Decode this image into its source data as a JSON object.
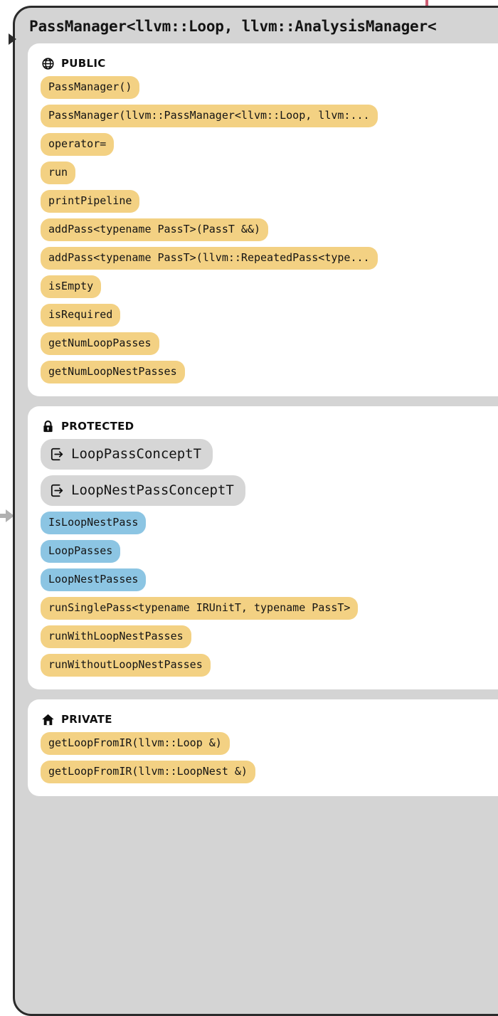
{
  "diagram": {
    "kind": "uml-class-node",
    "colors": {
      "node_fill": "#d4d4d4",
      "node_border": "#2b2b2b",
      "card_fill": "#ffffff",
      "method_pill": "#f3d183",
      "field_pill": "#8cc5e3",
      "nested_pill": "#d6d6d6",
      "incoming_edge": "#cd5c72",
      "side_arrow": "#b0b0b0"
    },
    "title": "PassManager<llvm::Loop, llvm::AnalysisManager<",
    "sections": [
      {
        "id": "public",
        "label": "PUBLIC",
        "icon": "globe-icon",
        "members": [
          {
            "name": "PassManager()",
            "kind": "method"
          },
          {
            "name": "PassManager(llvm::PassManager<llvm::Loop, llvm:...",
            "kind": "method"
          },
          {
            "name": "operator=",
            "kind": "method"
          },
          {
            "name": "run",
            "kind": "method"
          },
          {
            "name": "printPipeline",
            "kind": "method"
          },
          {
            "name": "addPass<typename PassT>(PassT &&)",
            "kind": "method"
          },
          {
            "name": "addPass<typename PassT>(llvm::RepeatedPass<type...",
            "kind": "method"
          },
          {
            "name": "isEmpty",
            "kind": "method"
          },
          {
            "name": "isRequired",
            "kind": "method"
          },
          {
            "name": "getNumLoopPasses",
            "kind": "method"
          },
          {
            "name": "getNumLoopNestPasses",
            "kind": "method"
          }
        ]
      },
      {
        "id": "protected",
        "label": "PROTECTED",
        "icon": "lock-icon",
        "members": [
          {
            "name": "LoopPassConceptT",
            "kind": "nested",
            "icon": "enter-box-icon"
          },
          {
            "name": "LoopNestPassConceptT",
            "kind": "nested",
            "icon": "enter-box-icon"
          },
          {
            "name": "IsLoopNestPass",
            "kind": "field"
          },
          {
            "name": "LoopPasses",
            "kind": "field"
          },
          {
            "name": "LoopNestPasses",
            "kind": "field"
          },
          {
            "name": "runSinglePass<typename IRUnitT, typename PassT>",
            "kind": "method"
          },
          {
            "name": "runWithLoopNestPasses",
            "kind": "method"
          },
          {
            "name": "runWithoutLoopNestPasses",
            "kind": "method"
          }
        ]
      },
      {
        "id": "private",
        "label": "PRIVATE",
        "icon": "house-icon",
        "members": [
          {
            "name": "getLoopFromIR(llvm::Loop &)",
            "kind": "method"
          },
          {
            "name": "getLoopFromIR(llvm::LoopNest &)",
            "kind": "method"
          }
        ]
      }
    ]
  }
}
